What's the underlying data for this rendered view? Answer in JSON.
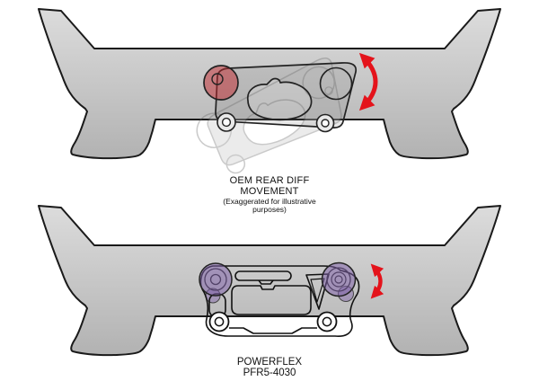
{
  "illustration": {
    "oem": {
      "caption_title": "OEM REAR DIFF MOVEMENT",
      "caption_note": "(Exaggerated for illustrative purposes)"
    },
    "powerflex": {
      "brand": "POWERFLEX",
      "part_number": "PFR5-4030"
    }
  },
  "colors": {
    "arrow_red": "#e4131b",
    "oem_bushing_red": "#c1272d",
    "powerflex_purple": "#7e60a8",
    "metal_light": "#dcdcdc",
    "metal_dark": "#b2b2b2",
    "outline_dark": "#1a1a1a"
  }
}
